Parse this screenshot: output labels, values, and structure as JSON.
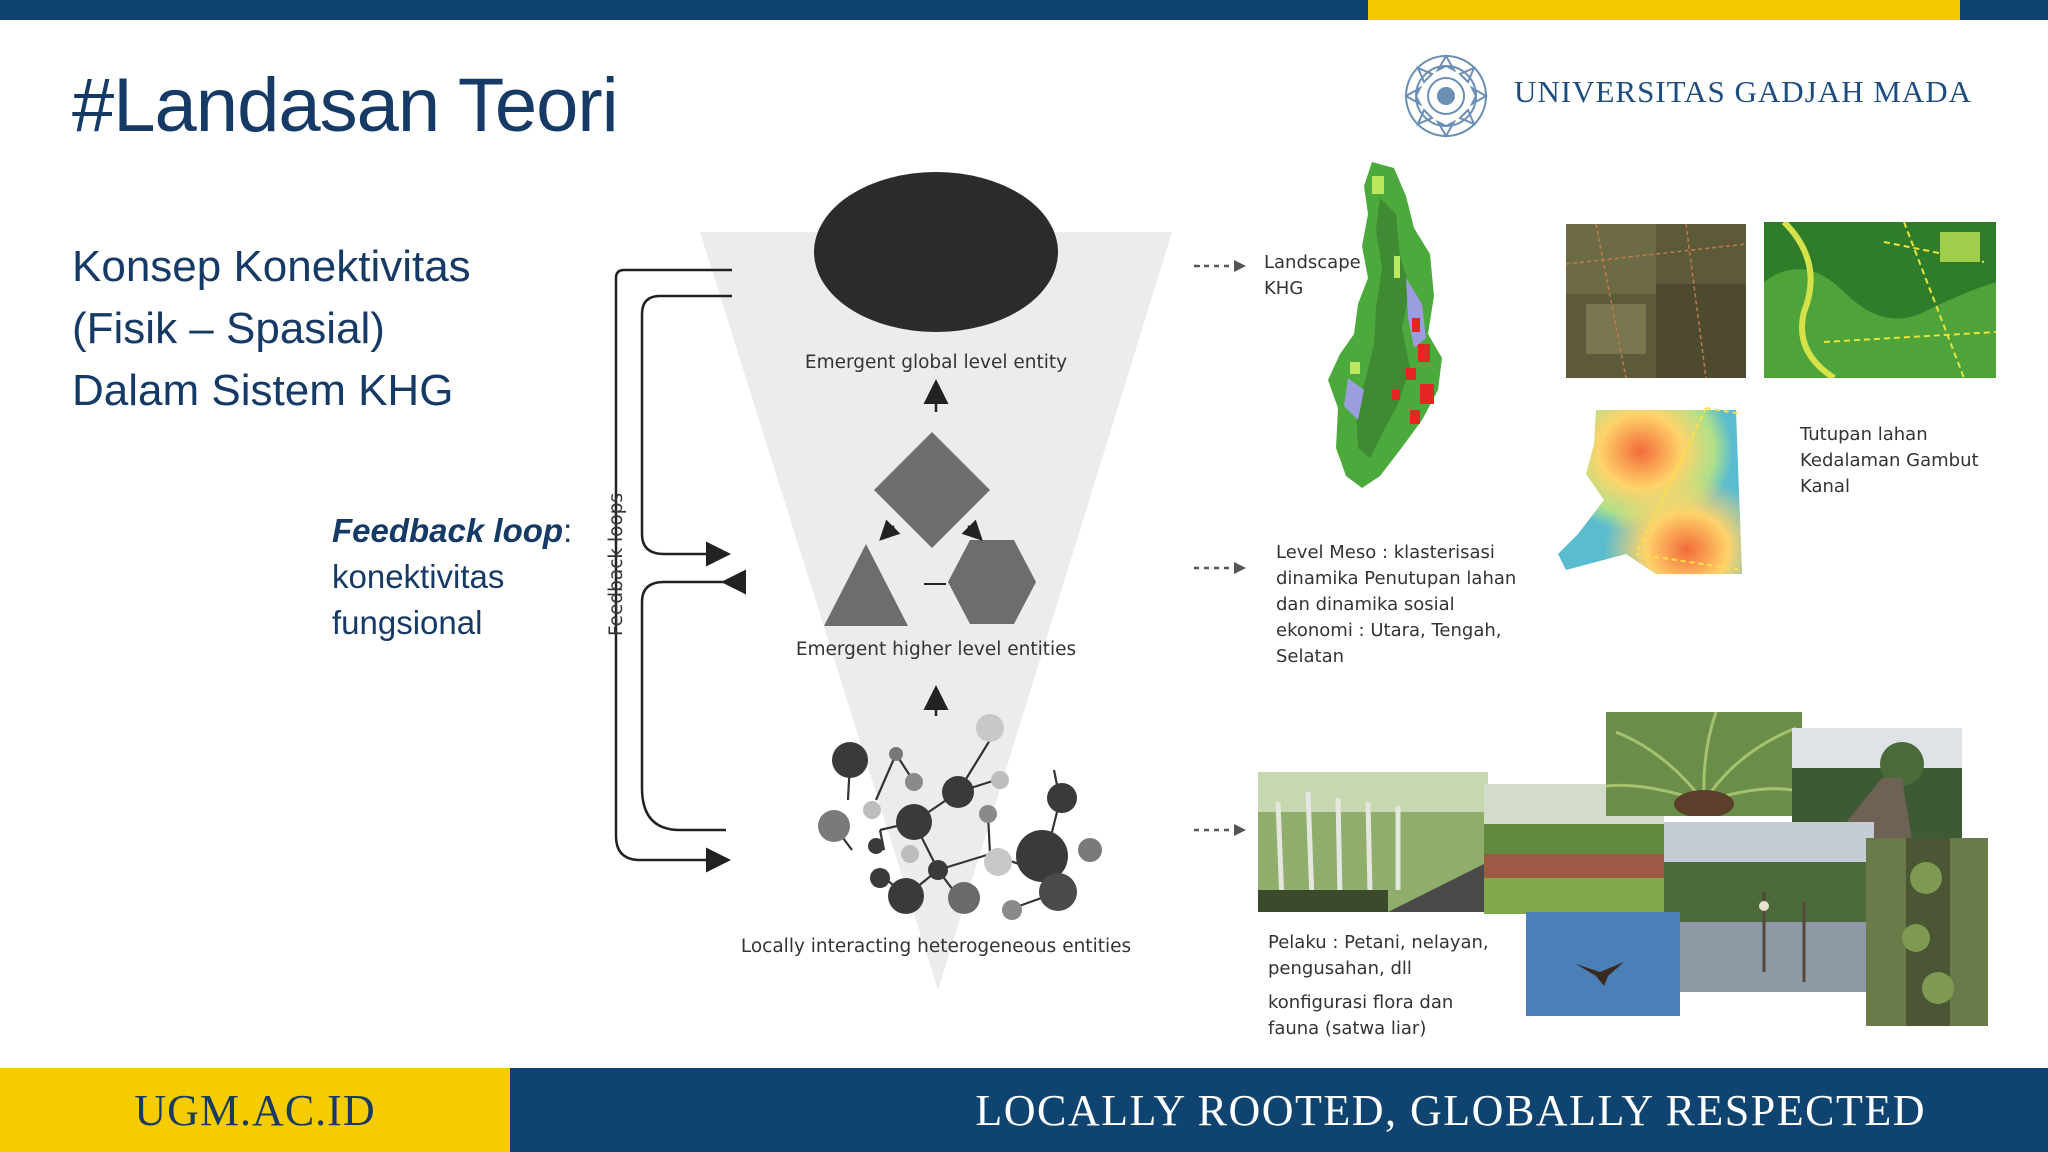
{
  "slide": {
    "title": "#Landasan Teori",
    "subtitle_lines": [
      "Konsep Konektivitas",
      "(Fisik – Spasial)",
      "Dalam Sistem KHG"
    ],
    "feedback": {
      "bold": "Feedback loop",
      "colon": ":",
      "line2": "konektivitas",
      "line3": "fungsional"
    }
  },
  "header": {
    "university_name": "UNIVERSITAS GADJAH MADA",
    "logo_icon": "ugm-seal-icon"
  },
  "diagram": {
    "global_label": "Emergent global level entity",
    "higher_label": "Emergent higher level entities",
    "local_label": "Locally interacting heterogeneous entities",
    "loops_label": "Feedback loops"
  },
  "annotations": {
    "landscape": [
      "Landscape",
      "KHG"
    ],
    "cover": [
      "Tutupan lahan",
      "Kedalaman Gambut",
      "Kanal"
    ],
    "meso": [
      "Level Meso : klasterisasi",
      "dinamika Penutupan lahan",
      "dan dinamika sosial",
      "ekonomi  : Utara, Tengah,",
      "Selatan"
    ],
    "actors": [
      "Pelaku : Petani, nelayan,",
      "pengusahan, dll"
    ],
    "flora": [
      "konfigurasi flora dan",
      "fauna (satwa liar)"
    ]
  },
  "footer": {
    "website": "UGM.AC.ID",
    "tagline": "LOCALLY ROOTED, GLOBALLY RESPECTED"
  },
  "colors": {
    "navy": "#0f4470",
    "yellow": "#f5c800",
    "title": "#163a66"
  }
}
